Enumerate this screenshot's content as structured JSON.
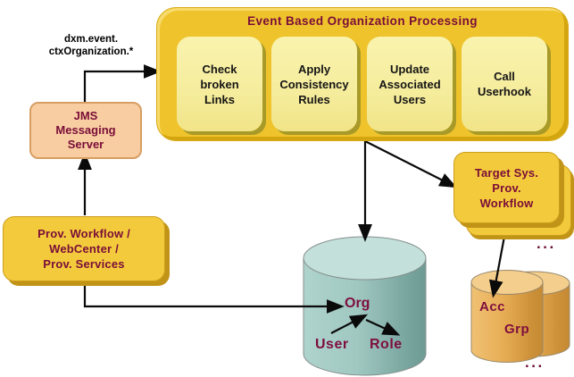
{
  "title": "Event Based Organization Processing",
  "topic_label": "dxm.event.\nctxOrganization.*",
  "boxes": {
    "jms": "JMS\nMessaging\nServer",
    "prov": "Prov. Workflow /\nWebCenter /\nProv. Services",
    "target": "Target Sys.\nProv.\nWorkflow"
  },
  "steps": [
    "Check\nbroken\nLinks",
    "Apply\nConsistency\nRules",
    "Update\nAssociated\nUsers",
    "Call\nUserhook"
  ],
  "org_store": {
    "org": "Org",
    "user": "User",
    "role": "Role"
  },
  "acc_store": {
    "acc": "Acc",
    "grp": "Grp"
  },
  "ellipsis_top": "...",
  "ellipsis_bottom": "...",
  "colors": {
    "gold": "#F3CA3C",
    "gold_dark": "#C19417",
    "pale_yellow": "#F7F0A2",
    "pale_shadow": "#A89A28",
    "peach": "#F8CDA1",
    "maroon_text": "#7A0D38",
    "black_text": "#151515",
    "teal_cylinder": "#9FC7C0",
    "orange_cylinder": "#E7AD55",
    "arrow": "#0A0A0A"
  }
}
